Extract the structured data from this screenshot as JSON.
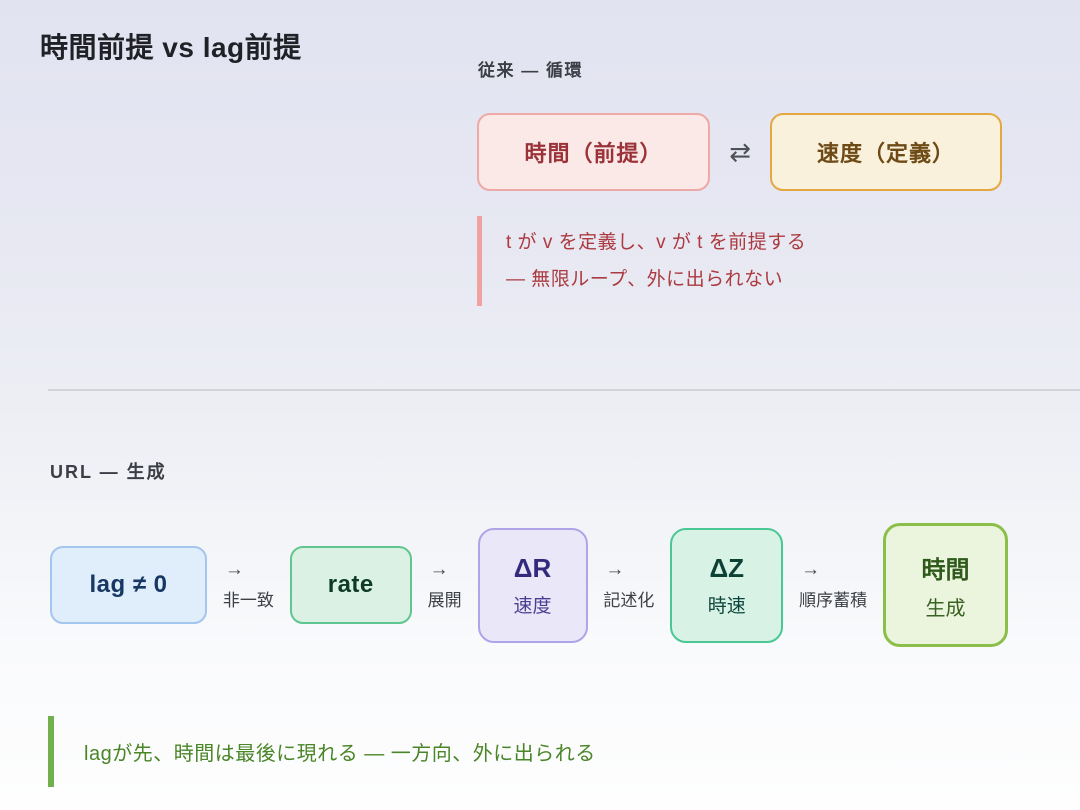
{
  "title": "時間前提 vs lag前提",
  "conventional": {
    "label": "従来 — 循環",
    "time_box": "時間（前提）",
    "speed_box": "速度（定義）",
    "arrow": "⇄",
    "callout": {
      "line1": "t が v を定義し、v が t を前提する",
      "line2": "— 無限ループ、外に出られない"
    }
  },
  "url": {
    "label": "URL — 生成",
    "flow": [
      {
        "main": "lag ≠ 0",
        "sub": ""
      },
      {
        "main": "rate",
        "sub": ""
      },
      {
        "main": "ΔR",
        "sub": "速度"
      },
      {
        "main": "ΔZ",
        "sub": "時速"
      },
      {
        "main": "時間",
        "sub": "生成"
      }
    ],
    "connectors": [
      {
        "arrow": "→",
        "label": "非一致"
      },
      {
        "arrow": "→",
        "label": "展開"
      },
      {
        "arrow": "→",
        "label": "記述化"
      },
      {
        "arrow": "→",
        "label": "順序蓄積"
      }
    ],
    "callout": "lagが先、時間は最後に現れる — 一方向、外に出られる"
  },
  "colors": {
    "background_top": "#e2e3f1",
    "background_bottom": "#fefefe",
    "time_box_bg": "#fbe9e8",
    "time_box_border": "#eda9a5",
    "time_box_text": "#9a3238",
    "speed_box_bg": "#faf1dd",
    "speed_box_border": "#e3a844",
    "speed_box_text": "#6e4b16",
    "red_callout_bar": "#f0a2a0",
    "red_callout_text": "#ac3a40",
    "lag_box_bg": "#e0edfb",
    "lag_box_border": "#a3c5ee",
    "lag_box_text": "#163863",
    "rate_box_bg": "#dbf1e4",
    "rate_box_border": "#5fc68f",
    "rate_box_text": "#0e3b28",
    "dr_box_bg": "#eae7f9",
    "dr_box_border": "#b0a4e8",
    "dr_box_text": "#332a7d",
    "dz_box_bg": "#d8f2e6",
    "dz_box_border": "#49c795",
    "dz_box_text": "#0d4136",
    "time_gen_box_bg": "#ebf4dc",
    "time_gen_box_border": "#8bbf4a",
    "time_gen_box_text": "#2f5a1b",
    "green_callout_bar": "#71b04c",
    "green_callout_text": "#4a8527",
    "divider": "#d2d4da"
  }
}
